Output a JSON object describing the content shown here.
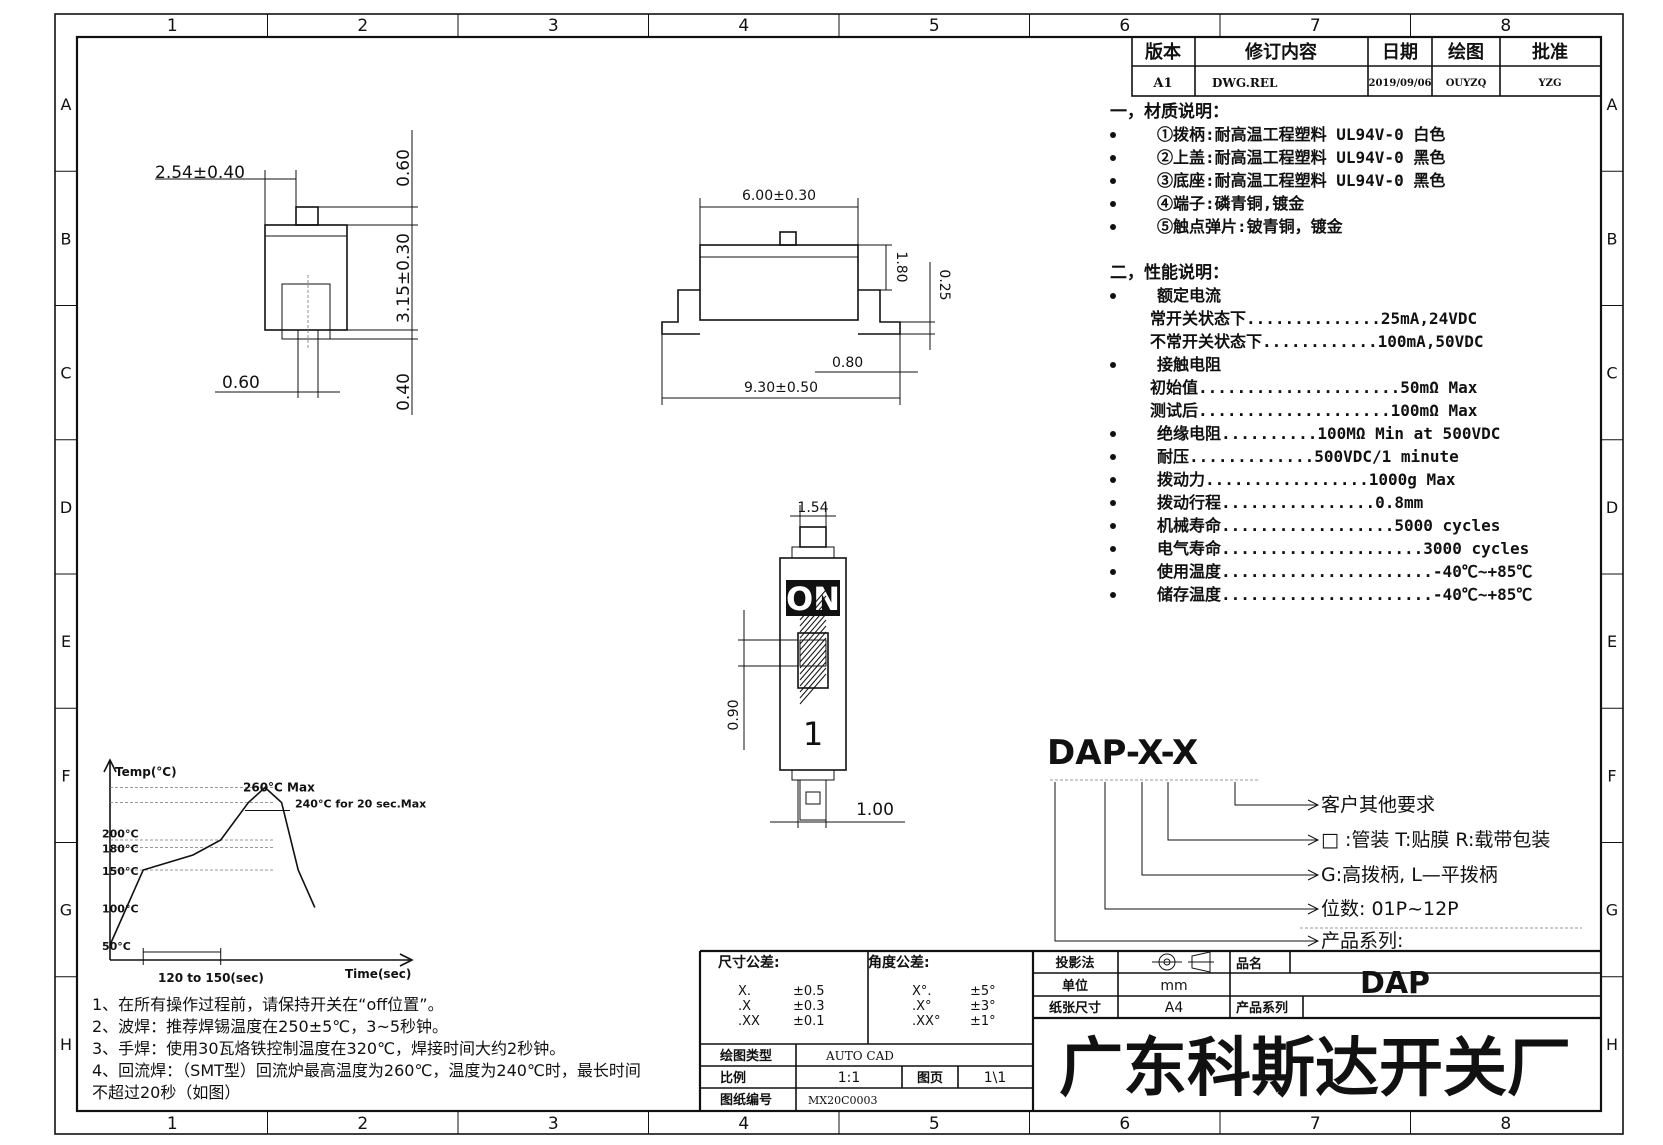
{
  "frame": {
    "columns": [
      "1",
      "2",
      "3",
      "4",
      "5",
      "6",
      "7",
      "8"
    ],
    "rows": [
      "A",
      "B",
      "C",
      "D",
      "E",
      "F",
      "G",
      "H"
    ]
  },
  "revision_table": {
    "headers": [
      "版本",
      "修订内容",
      "日期",
      "绘图",
      "批准"
    ],
    "row": [
      "A1",
      "DWG.REL",
      "2019/09/06",
      "OUYZQ",
      "YZG"
    ]
  },
  "materials": {
    "heading": "一，材质说明：",
    "items": [
      "①拨柄:耐高温工程塑料 UL94V-0 白色",
      "②上盖:耐高温工程塑料 UL94V-0 黑色",
      "③底座:耐高温工程塑料 UL94V-0 黑色",
      "④端子:磷青铜,镀金",
      "⑤触点弹片:铍青铜，镀金"
    ]
  },
  "performance": {
    "heading": "二，性能说明：",
    "lines": [
      {
        "bullet": true,
        "text": "额定电流"
      },
      {
        "bullet": false,
        "text": "常开关状态下..............25mA,24VDC"
      },
      {
        "bullet": false,
        "text": "不常开关状态下............100mA,50VDC"
      },
      {
        "bullet": true,
        "text": "接触电阻"
      },
      {
        "bullet": false,
        "text": "初始值.....................50mΩ Max"
      },
      {
        "bullet": false,
        "text": "测试后....................100mΩ Max"
      },
      {
        "bullet": true,
        "text": "绝缘电阻..........100MΩ Min at 500VDC"
      },
      {
        "bullet": true,
        "text": "耐压.............500VDC/1 minute"
      },
      {
        "bullet": true,
        "text": "拨动力.................1000g Max"
      },
      {
        "bullet": true,
        "text": "拨动行程................0.8mm"
      },
      {
        "bullet": true,
        "text": "机械寿命..................5000 cycles"
      },
      {
        "bullet": true,
        "text": "电气寿命.....................3000 cycles"
      },
      {
        "bullet": true,
        "text": "使用温度......................-40℃~+85℃"
      },
      {
        "bullet": true,
        "text": "储存温度......................-40℃~+85℃"
      }
    ]
  },
  "side_view": {
    "dims": [
      "2.54±0.40",
      "0.60",
      "3.15±0.30",
      "0.60",
      "0.40"
    ]
  },
  "front_view": {
    "dims": [
      "6.00±0.30",
      "1.80",
      "0.25",
      "0.80",
      "9.30±0.50"
    ]
  },
  "top_view": {
    "on_label": "ON",
    "position_number": "1",
    "dims": [
      "1.54",
      "0.90",
      "1.00"
    ]
  },
  "part_number": {
    "code": "DAP-X-X",
    "legend": [
      "客户其他要求",
      "□ :管装  T:贴膜   R:载带包装",
      "G:高拨柄, L—平拨柄",
      "位数: 01P~12P",
      "产品系列:"
    ]
  },
  "reflow": {
    "y_label": "Temp(°C)",
    "x_label": "Time(sec)",
    "peak_label": "260°C Max",
    "hold_label": "240°C for 20 sec.Max",
    "temps": [
      "200°C",
      "180°C",
      "150°C",
      "100°C",
      "50°C"
    ],
    "preheat_label": "120 to 150(sec)",
    "curve": [
      [
        0,
        50
      ],
      [
        15,
        100
      ],
      [
        30,
        150
      ],
      [
        75,
        170
      ],
      [
        100,
        190
      ],
      [
        125,
        240
      ],
      [
        140,
        260
      ],
      [
        155,
        240
      ],
      [
        170,
        150
      ],
      [
        185,
        100
      ]
    ]
  },
  "notes": [
    "1、在所有操作过程前，请保持开关在“off位置”。",
    "2、波焊：推荐焊锡温度在250±5℃，3~5秒钟。",
    "3、手焊：使用30瓦烙铁控制温度在320℃，焊接时间大约2秒钟。",
    "4、回流焊：（SMT型）回流炉最高温度为260℃，温度为240℃时，最长时间",
    "不超过20秒（如图）"
  ],
  "tolerance": {
    "dim_heading": "尺寸公差:",
    "dim_rows": [
      [
        "X.",
        "±0.5"
      ],
      [
        ".X",
        "±0.3"
      ],
      [
        ".XX",
        "±0.1"
      ]
    ],
    "angle_heading": "角度公差:",
    "angle_rows": [
      [
        "X°.",
        "±5°"
      ],
      [
        ".X°",
        "±3°"
      ],
      [
        ".XX°",
        "±1°"
      ]
    ]
  },
  "title_block": {
    "projection_label": "投影法",
    "unit_label": "单位",
    "unit_value": "mm",
    "paper_label": "纸张尺寸",
    "paper_value": "A4",
    "name_label": "品名",
    "name_value": "DAP",
    "series_label": "产品系列",
    "drawing_type_label": "绘图类型",
    "drawing_type_value": "AUTO CAD",
    "scale_label": "比例",
    "scale_value": "1:1",
    "page_label": "图页",
    "page_value": "1\\1",
    "drawing_no_label": "图纸编号",
    "drawing_no_value": "MX20C0003",
    "company": "广东科斯达开关厂"
  }
}
